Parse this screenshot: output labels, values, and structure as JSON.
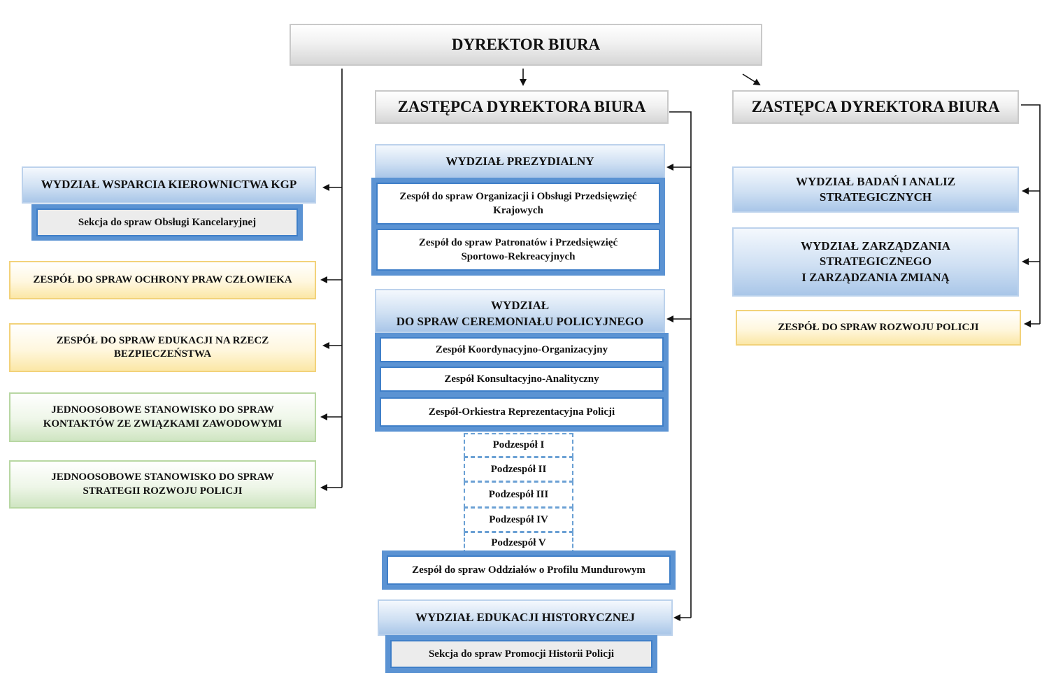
{
  "director": "DYREKTOR BIURA",
  "deputy_left": "ZASTĘPCA DYREKTORA BIURA",
  "deputy_right": "ZASTĘPCA DYREKTORA BIURA",
  "left_units": {
    "wsparcie": "WYDZIAŁ WSPARCIA KIEROWNICTWA KGP",
    "sekcja_kancelaryjna": "Sekcja do spraw Obsługi Kancelaryjnej",
    "prawa_czlowieka": "ZESPÓŁ DO SPRAW OCHRONY PRAW CZŁOWIEKA",
    "edukacja_line1": "ZESPÓŁ DO SPRAW EDUKACJI NA RZECZ",
    "edukacja_line2": "BEZPIECZEŃSTWA",
    "zwiazki_line1": "JEDNOOSOBOWE STANOWISKO DO SPRAW",
    "zwiazki_line2": "KONTAKTÓW ZE ZWIĄZKAMI ZAWODOWYMI",
    "strategia_line1": "JEDNOOSOBOWE STANOWISKO DO SPRAW",
    "strategia_line2": "STRATEGII ROZWOJU POLICJI"
  },
  "center_units": {
    "prezydialny": "WYDZIAŁ PREZYDIALNY",
    "org_line1": "Zespół do spraw Organizacji i Obsługi Przedsięwzięć",
    "org_line2": "Krajowych",
    "patronat_line1": "Zespół do spraw Patronatów i Przedsięwzięć",
    "patronat_line2": "Sportowo-Rekreacyjnych",
    "ceremonial_line1": "WYDZIAŁ",
    "ceremonial_line2": "DO SPRAW CEREMONIAŁU POLICYJNEGO",
    "koordynacyjny": "Zespół Koordynacyjno-Organizacyjny",
    "konsultacyjny": "Zespół Konsultacyjno-Analityczny",
    "orkiestra": "Zespół-Orkiestra Reprezentacyjna Policji",
    "podzespoly": [
      "Podzespół I",
      "Podzespół II",
      "Podzespół III",
      "Podzespół IV",
      "Podzespół V"
    ],
    "mundurowy": "Zespół do spraw Oddziałów o Profilu Mundurowym",
    "historyczny": "WYDZIAŁ EDUKACJI HISTORYCZNEJ",
    "promocja": "Sekcja do spraw Promocji Historii Policji"
  },
  "right_units": {
    "badan_line1": "WYDZIAŁ BADAŃ I ANALIZ",
    "badan_line2": "STRATEGICZNYCH",
    "zarzadzania_line1": "WYDZIAŁ ZARZĄDZANIA",
    "zarzadzania_line2": "STRATEGICZNEGO",
    "zarzadzania_line3": "I ZARZĄDZANIA ZMIANĄ",
    "rozwoj": "ZESPÓŁ DO SPRAW ROZWOJU POLICJI"
  }
}
